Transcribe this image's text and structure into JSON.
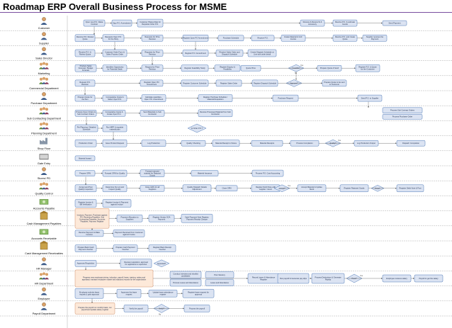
{
  "title": "Roadmap ERP Overall Business Process for MSME",
  "colors": {
    "box_fill": "#dbe3f2",
    "box_stroke": "#4f7ab8",
    "alt_fill": "#fde9d9",
    "alt_stroke": "#d0906a",
    "lane_line": "#999999",
    "arrow": "#555555",
    "title_rule": "#7a4ea0"
  },
  "lanes": [
    {
      "label": "Customer",
      "icon": "person-icon"
    },
    {
      "label": "Supplier",
      "icon": "person-icon"
    },
    {
      "label": "Sales Director",
      "icon": "person-icon"
    },
    {
      "label": "Marketing",
      "icon": "group-icon"
    },
    {
      "label": "Commercial Department",
      "icon": "group-icon"
    },
    {
      "label": "Purchase Department",
      "icon": "person-icon"
    },
    {
      "label": "Sub Contracting Department",
      "icon": "group-icon"
    },
    {
      "label": "Planning Department",
      "icon": "group-icon"
    },
    {
      "label": "Shop Floor",
      "icon": "factory-icon"
    },
    {
      "label": "Gate Entry",
      "icon": "gate-icon"
    },
    {
      "label": "Stores/ PD",
      "icon": "person-icon"
    },
    {
      "label": "Quality Control",
      "icon": "group-icon"
    },
    {
      "label": "Accounts Payable",
      "icon": "money-icon"
    },
    {
      "label": "Cash Management Payables",
      "icon": "building-icon"
    },
    {
      "label": "Accounts Receivable",
      "icon": "money-icon"
    },
    {
      "label": "Cash Management Receivables",
      "icon": "building-icon"
    },
    {
      "label": "HR Manager",
      "icon": "person-icon"
    },
    {
      "label": "HR Department",
      "icon": "group-icon"
    },
    {
      "label": "Employee",
      "icon": "person-icon"
    },
    {
      "label": "Payroll Department",
      "icon": "person-icon"
    }
  ],
  "boxes": [
    {
      "t": "Open new P.O. Raise Contract"
    },
    {
      "t": "Sign P.O. Amendment"
    },
    {
      "t": "Customer Places Rate for Requisite Order P.O."
    },
    {
      "t": "Receive & Review SI & Accessory"
    },
    {
      "t": "Receive P.O. & estimate Goods"
    },
    {
      "t": "Send Payment"
    },
    {
      "t": "Receive P.O. Review Quote"
    },
    {
      "t": "Requests Open P.O. for the Party"
    },
    {
      "t": "Requests for Price Revision"
    },
    {
      "t": "Register Open PO Amendment"
    },
    {
      "t": "Purchase Schedule"
    },
    {
      "t": "Receive P.O."
    },
    {
      "t": "Create Material & G.R. Invoice"
    },
    {
      "t": "Receive P.O. and create Quote"
    },
    {
      "t": "Supplier receives the Payment"
    },
    {
      "t": "Receive P.O. & Review Quote"
    },
    {
      "t": "Customer Order Form & Sales Process Order"
    },
    {
      "t": "Requests for Price Revision"
    },
    {
      "t": "Register P.O. Amendment"
    },
    {
      "t": "Receive Sales Order and Dispatch Schedule"
    },
    {
      "t": "Create Dispatch Schedule at Line with order detail"
    },
    {
      "t": "Produce Sales Forecast / Budget Forecast"
    },
    {
      "t": "Identifies Opportunity for Potential Deals"
    },
    {
      "t": "Request for Price Revision"
    },
    {
      "t": "Register Feasibility Study"
    },
    {
      "t": "Quote Price"
    },
    {
      "t": "Prepare Quote & Send"
    },
    {
      "t": "Register Enquiry & Feasibility"
    },
    {
      "t": "Register P.O. & Quote for the Customer"
    },
    {
      "t": "Request P.O. Revision"
    },
    {
      "t": "Register Open PO Amendment"
    },
    {
      "t": "Register Customer Schedule"
    },
    {
      "t": "Register Sales Order"
    },
    {
      "t": "Register Dispatch Schedule"
    },
    {
      "t": "Prepare Quote to be sent to Customer"
    },
    {
      "t": "Prepare Quote for the Item"
    },
    {
      "t": "Comparative Quote & Select Open P.O."
    },
    {
      "t": "Calculate quantities - Open P.O. Amendment"
    },
    {
      "t": "Register Purchase Schedule / Material Requisition"
    },
    {
      "t": "Purchase Request"
    },
    {
      "t": "Send P.O. to Supplier"
    },
    {
      "t": "Process Sub Contract Orders"
    },
    {
      "t": "Process Purchase Order"
    },
    {
      "t": "Process Open Orders & Sub Contract Orders"
    },
    {
      "t": "Comparative Quote & Create Open P.O."
    },
    {
      "t": "Send Materials to Sub Contractor"
    },
    {
      "t": "Receive Processed Material from Sub Contractor"
    },
    {
      "t": "Pre Planning / Detailed Schedule"
    },
    {
      "t": "Run MRP & requisite material plan"
    },
    {
      "t": "Production Order"
    },
    {
      "t": "Issue Product Request"
    },
    {
      "t": "Log Production"
    },
    {
      "t": "Quality Checking"
    },
    {
      "t": "Material Receipt to Stores"
    },
    {
      "t": "Material Receipts"
    },
    {
      "t": "Process Completion"
    },
    {
      "t": "Log Production Output"
    },
    {
      "t": "Dispatch Completion"
    },
    {
      "t": "Material Inward"
    },
    {
      "t": "Prepare GRN"
    },
    {
      "t": "Forward GRN for Quality"
    },
    {
      "t": "Forward rejected material for Rejected Goods"
    },
    {
      "t": "Material Issuance"
    },
    {
      "t": "Process P.O. Cost Accounting"
    },
    {
      "t": "Accept and Post Quality Inspection"
    },
    {
      "t": "Determine the Lot and Inspect Quality"
    },
    {
      "t": "Close GRN for all Suppliers"
    },
    {
      "t": "Quality Dispatch Details Adjustment"
    },
    {
      "t": "Close GRN"
    },
    {
      "t": "Register Debit Note with supplier / return"
    },
    {
      "t": "Accept Material & Update Stock"
    },
    {
      "t": "Register Rejected Goods"
    },
    {
      "t": "Register Debit Note & Post"
    },
    {
      "t": "Register Invoice & Bill Verification"
    },
    {
      "t": "Register Invoice & Payment against Invoice"
    },
    {
      "t": "Invoices, Payment, Purchase against PO, Receiving Payables, Sub Contracting Payables, Accounts Payables, Payment Register"
    },
    {
      "t": "Payment Allocation to Suppliers"
    },
    {
      "t": "Register Vendor SOA Payment"
    },
    {
      "t": "Cash Payment Note Register, Payment Receipt Cheque"
    },
    {
      "t": "Receive Payment & Make Invoices"
    },
    {
      "t": "Payment Received from Customer against Invoice"
    },
    {
      "t": "Prepare Bank Cash Payment Voucher"
    },
    {
      "t": "Prepare Cash Payment Voucher"
    },
    {
      "t": "Register Bank Receipt Voucher"
    },
    {
      "t": "Approves Requisition"
    },
    {
      "t": "Receive requisition, approval for applicants to supervisor"
    },
    {
      "t": "Progress new employee joining, induction, payroll, leave, training, salary and appraisal; maintain employee master and statutory records for the organization"
    },
    {
      "t": "Conduct interview and shortlist candidates"
    },
    {
      "t": "Post Vacancy"
    },
    {
      "t": "Process Leave and Attendance"
    },
    {
      "t": "Leave and Attendance"
    },
    {
      "t": "Record Leave & Attendance Register"
    },
    {
      "t": "Run payroll & Generate pay slips"
    },
    {
      "t": "Process Deductions & Generate Payslip"
    },
    {
      "t": "Employee receives salary"
    },
    {
      "t": "Payroll to get the salary"
    },
    {
      "t": "Employee submits leave request & gets approval"
    },
    {
      "t": "Approves the leave request"
    },
    {
      "t": "Update leave attendance register"
    },
    {
      "t": "Register leave request for approval"
    },
    {
      "t": "Prepare the payroll on monthly basis; run payroll and update salary register"
    },
    {
      "t": "Verify the payroll"
    },
    {
      "t": "Process the payroll"
    }
  ],
  "decisions": [
    {
      "t": "Feasible?"
    },
    {
      "t": "Is Order P.O.?"
    },
    {
      "t": "Approve?"
    },
    {
      "t": "Quality?"
    },
    {
      "t": "Accept?"
    },
    {
      "t": "Pass?"
    },
    {
      "t": "Appraisal?"
    },
    {
      "t": "Pass?"
    },
    {
      "t": "Verify?"
    }
  ],
  "edge_labels": {
    "yes": "Yes",
    "no": "No"
  }
}
